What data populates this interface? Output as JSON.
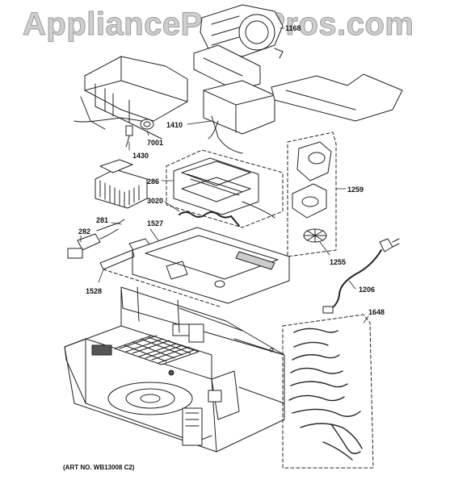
{
  "watermark": "AppliancePartsPros.com",
  "art_number": "(ART NO. WB13008 C2)",
  "callouts": {
    "p1168": "1168",
    "p1410": "1410",
    "p7001": "7001",
    "p1430": "1430",
    "p286": "286",
    "p3020": "3020",
    "p281": "281",
    "p282": "282",
    "p1527": "1527",
    "p1528": "1528",
    "p1259": "1259",
    "p1255": "1255",
    "p1206": "1206",
    "p1648": "1648"
  }
}
